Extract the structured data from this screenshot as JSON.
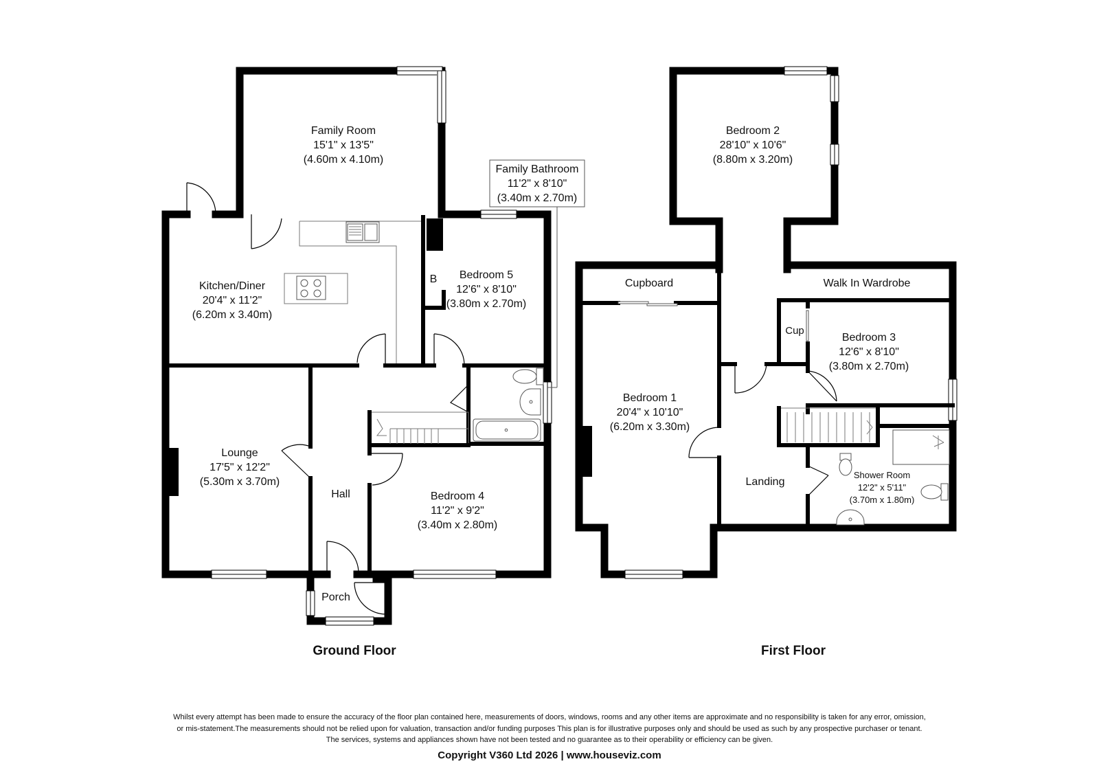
{
  "ground_floor": {
    "title": "Ground Floor",
    "rooms": {
      "family_room": {
        "name": "Family Room",
        "imperial": "15'1\" x 13'5\"",
        "metric": "(4.60m x 4.10m)"
      },
      "kitchen": {
        "name": "Kitchen/Diner",
        "imperial": "20'4\" x 11'2\"",
        "metric": "(6.20m x 3.40m)"
      },
      "family_bathroom": {
        "name": "Family Bathroom",
        "imperial": "11'2\" x 8'10\"",
        "metric": "(3.40m x 2.70m)"
      },
      "bedroom5": {
        "name": "Bedroom 5",
        "imperial": "12'6\" x 8'10\"",
        "metric": "(3.80m x 2.70m)"
      },
      "boiler": {
        "name": "B"
      },
      "lounge": {
        "name": "Lounge",
        "imperial": "17'5\" x 12'2\"",
        "metric": "(5.30m x 3.70m)"
      },
      "hall": {
        "name": "Hall"
      },
      "bedroom4": {
        "name": "Bedroom 4",
        "imperial": "11'2\" x 9'2\"",
        "metric": "(3.40m x 2.80m)"
      },
      "porch": {
        "name": "Porch"
      }
    }
  },
  "first_floor": {
    "title": "First Floor",
    "rooms": {
      "bedroom2": {
        "name": "Bedroom 2",
        "imperial": "28'10\" x 10'6\"",
        "metric": "(8.80m x 3.20m)"
      },
      "cupboard": {
        "name": "Cupboard"
      },
      "walk_in_wardrobe": {
        "name": "Walk In Wardrobe"
      },
      "cup": {
        "name": "Cup"
      },
      "bedroom1": {
        "name": "Bedroom 1",
        "imperial": "20'4\" x 10'10\"",
        "metric": "(6.20m x 3.30m)"
      },
      "bedroom3": {
        "name": "Bedroom 3",
        "imperial": "12'6\" x 8'10\"",
        "metric": "(3.80m x 2.70m)"
      },
      "landing": {
        "name": "Landing"
      },
      "shower_room": {
        "name": "Shower Room",
        "imperial": "12'2\" x 5'11\"",
        "metric": "(3.70m x 1.80m)"
      }
    }
  },
  "disclaimer": {
    "line1": "Whilst every attempt has been made to ensure the accuracy of the floor plan contained here, measurements of doors, windows, rooms and any other items are approximate and no responsibility is taken for any error, omission,",
    "line2": "or mis-statement.The measurements should not be relied upon for valuation, transaction and/or funding purposes This plan is for illustrative purposes only and should be used as such by any prospective purchaser or tenant.",
    "line3": "The services, systems and appliances shown have not been tested and no guarantee as to their operability or efficiency can be given."
  },
  "copyright": "Copyright V360 Ltd 2026 | www.houseviz.com"
}
